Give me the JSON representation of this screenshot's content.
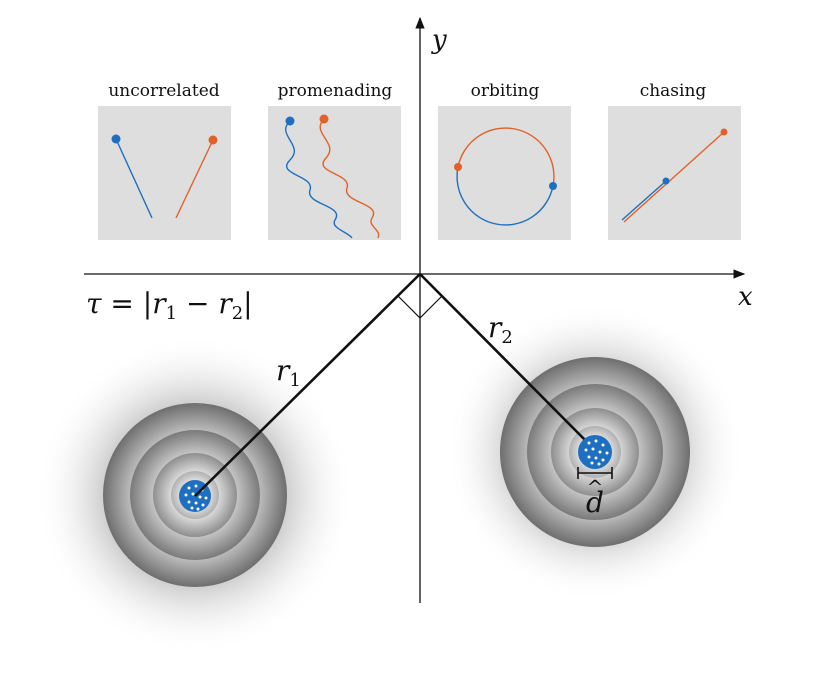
{
  "panels": [
    {
      "id": "uncorrelated",
      "label": "uncorrelated"
    },
    {
      "id": "promenading",
      "label": "promenading"
    },
    {
      "id": "orbiting",
      "label": "orbiting"
    },
    {
      "id": "chasing",
      "label": "chasing"
    }
  ],
  "axes": {
    "x_label": "x",
    "y_label": "y"
  },
  "equation": {
    "lhs": "τ",
    "eq": " = |",
    "r1": "r",
    "sub1": "1",
    "minus": " − ",
    "r2": "r",
    "sub2": "2",
    "close": "|"
  },
  "vectors": {
    "r1_label": "r",
    "r1_sub": "1",
    "r2_label": "r",
    "r2_sub": "2",
    "d_label": "d",
    "d_hat": "^"
  },
  "colors": {
    "blue": "#1f6fc0",
    "orange": "#e0622a",
    "panel_bg": "#dedede",
    "ring_dark": "#707070",
    "ring_light": "#e4e4e4"
  }
}
